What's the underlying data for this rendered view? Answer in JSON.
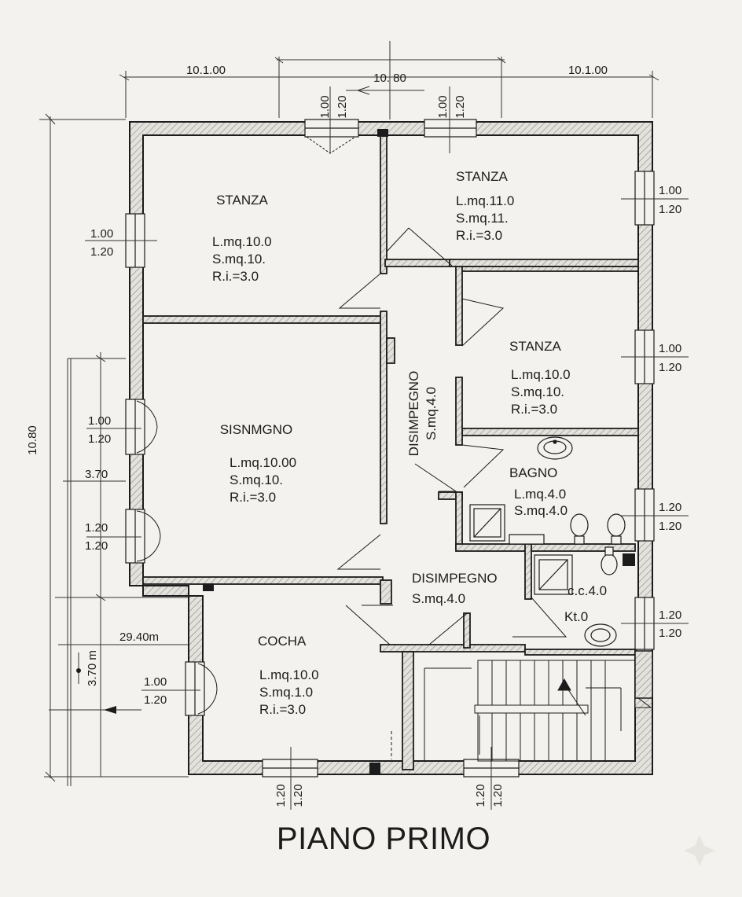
{
  "title": "PIANO PRIMO",
  "colors": {
    "paper": "#f3f2ee",
    "ink": "#1c1c1c",
    "wall_fill": "#e4e2dc"
  },
  "dimensions": {
    "top_left": "10.1.00",
    "top_center": "10. 80",
    "top_right": "10.1.00",
    "left_overall": "10.80",
    "left_3_70": "3.70",
    "left_29_40": "29.40m",
    "left_3_70m": "3.70 m"
  },
  "window_labels": {
    "top_a": [
      "1.00",
      "1.20"
    ],
    "top_b": [
      "1.00",
      "1.20"
    ],
    "left_stanza": [
      "1.00",
      "1.20"
    ],
    "left_sisn_1": [
      "1.00",
      "1.20"
    ],
    "left_sisn_2": [
      "1.20",
      "1.20"
    ],
    "left_cocha": [
      "1.00",
      "1.20"
    ],
    "right_stanza_1": [
      "1.00",
      "1.20"
    ],
    "right_stanza_2": [
      "1.00",
      "1.20"
    ],
    "right_bagno": [
      "1.20",
      "1.20"
    ],
    "right_wc": [
      "1.20",
      "1.20"
    ],
    "bottom_a": [
      "1.20",
      "1.20"
    ],
    "bottom_b": [
      "1.20",
      "1.20"
    ]
  },
  "rooms": [
    {
      "id": "stanza-1",
      "name": "STANZA",
      "lines": [
        "L.mq.10.0",
        "S.mq.10.",
        "R.i.=3.0"
      ]
    },
    {
      "id": "stanza-2",
      "name": "STANZA",
      "lines": [
        "L.mq.11.0",
        "S.mq.11.",
        "R.i.=3.0"
      ]
    },
    {
      "id": "stanza-3",
      "name": "STANZA",
      "lines": [
        "L.mq.10.0",
        "S.mq.10.",
        "R.i.=3.0"
      ]
    },
    {
      "id": "sisnmgno",
      "name": "SISNMGNO",
      "lines": [
        "L.mq.10.00",
        "S.mq.10.",
        "R.i.=3.0"
      ]
    },
    {
      "id": "disimpegno-v",
      "name": "DISIMPEGNO",
      "lines": [
        "S.mq.4.0"
      ]
    },
    {
      "id": "bagno",
      "name": "BAGNO",
      "lines": [
        "L.mq.4.0",
        "S.mq.4.0"
      ]
    },
    {
      "id": "disimpegno-h",
      "name": "DISIMPEGNO",
      "lines": [
        "S.mq.4.0"
      ]
    },
    {
      "id": "cocha",
      "name": "COCHA",
      "lines": [
        "L.mq.10.0",
        "S.mq.1.0",
        "R.i.=3.0"
      ]
    },
    {
      "id": "wc",
      "name": "",
      "lines": [
        "c.c.4.0",
        "Kt.0"
      ]
    }
  ]
}
